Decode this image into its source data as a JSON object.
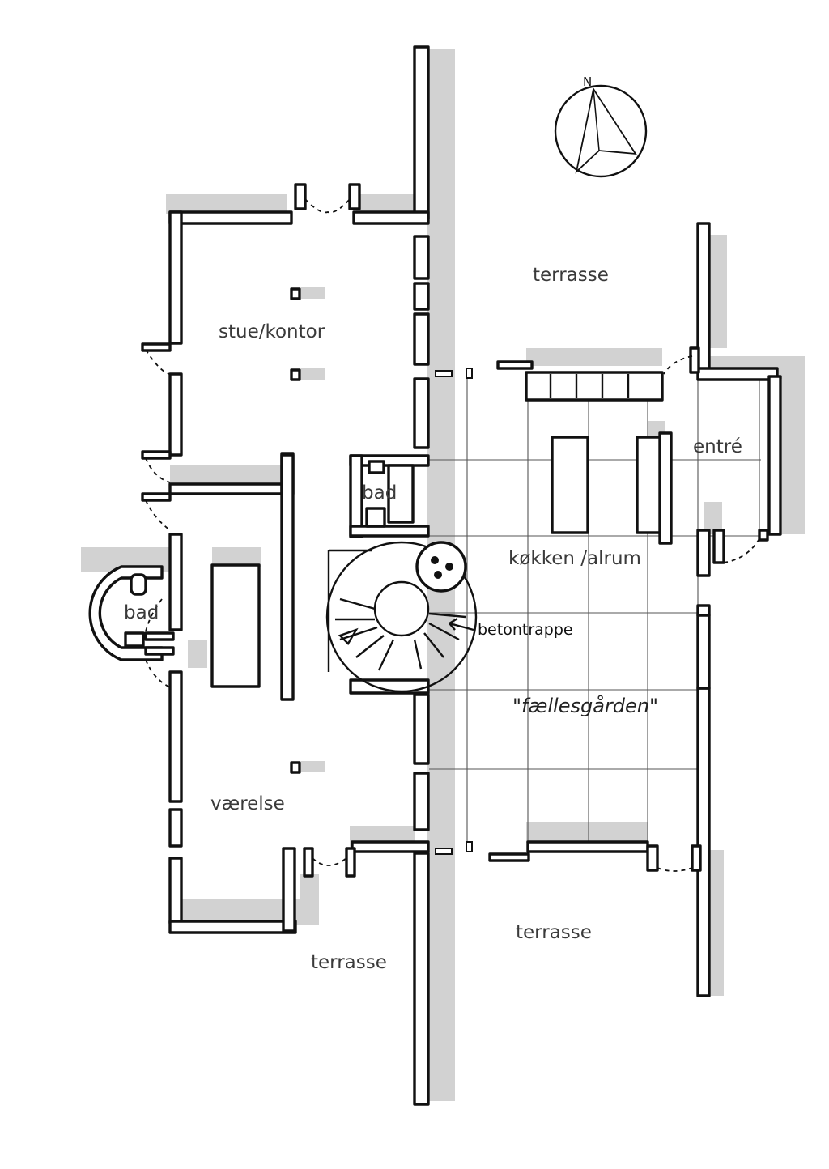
{
  "compass": {
    "north_letter": "N"
  },
  "rooms": {
    "terrasse_ne": "terrasse",
    "stue_kontor": "stue/kontor",
    "entre": "entré",
    "bad_center": "bad",
    "kokken_alrum": "køkken /alrum",
    "bad_west": "bad",
    "betontrappe": "betontrappe",
    "faellesgaarden": "\"fællesgården\"",
    "vaerelse": "værelse",
    "terrasse_se": "terrasse",
    "terrasse_s": "terrasse"
  },
  "colors": {
    "ink": "#111111",
    "shadow": "#d2d2d2",
    "paper": "#ffffff"
  }
}
